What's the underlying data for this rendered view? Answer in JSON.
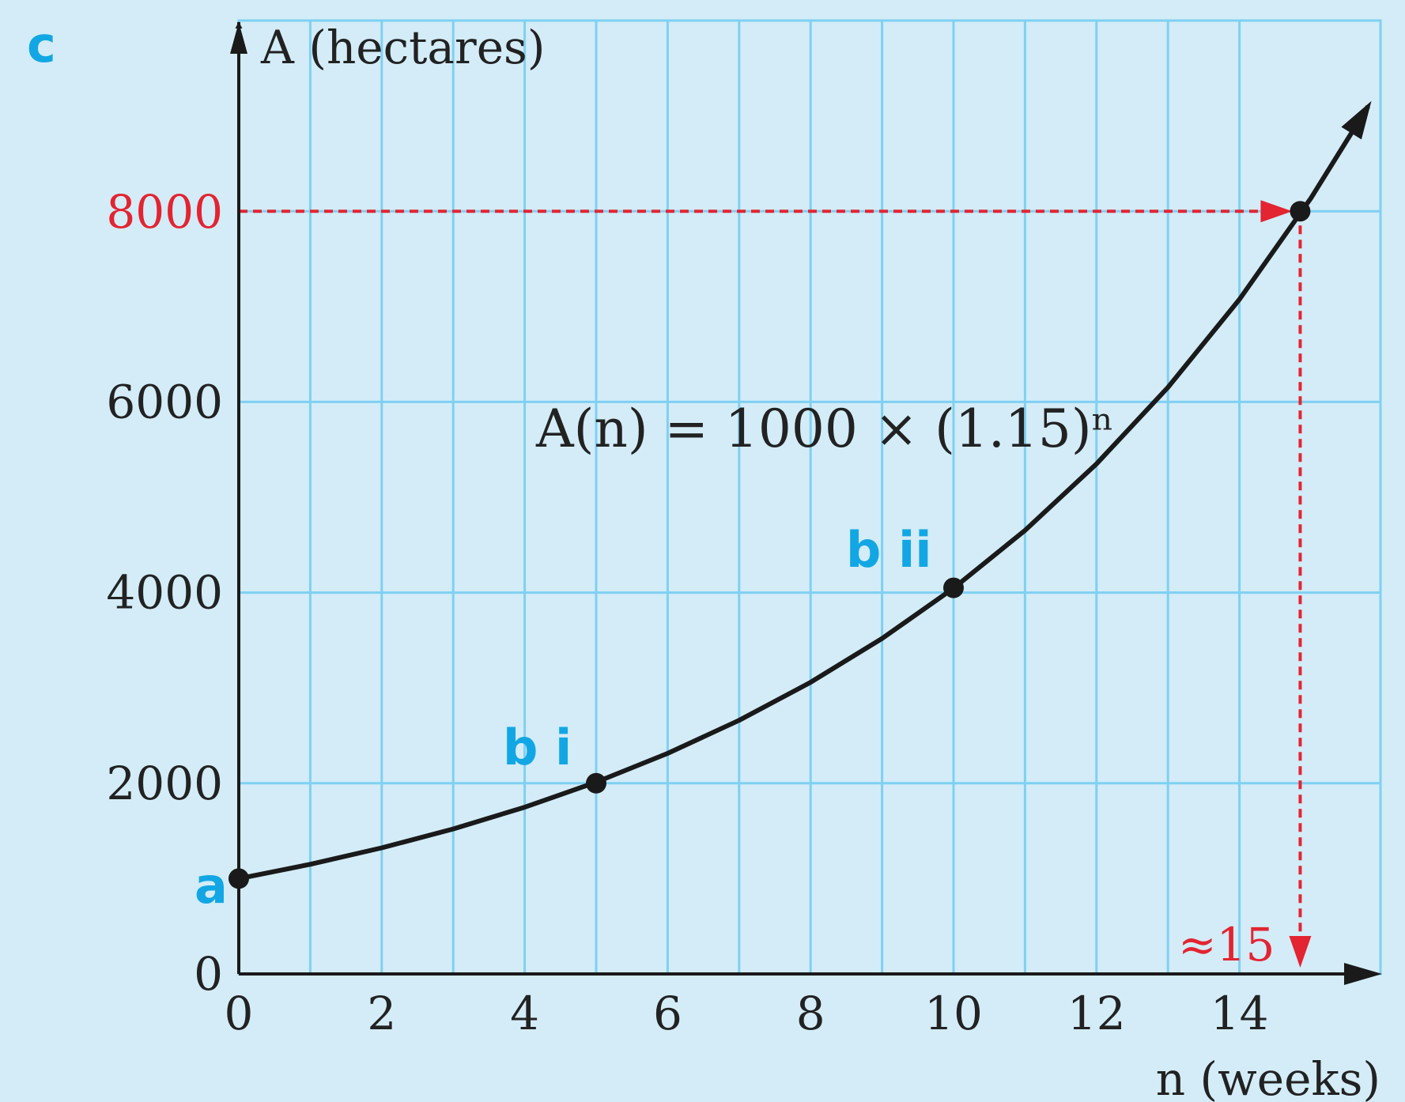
{
  "panel_label": "c",
  "chart_data": {
    "type": "line",
    "title": "",
    "xlabel": "n (weeks)",
    "ylabel": "A (hectares)",
    "xlim": [
      0,
      16
    ],
    "ylim": [
      0,
      10000
    ],
    "xticks": [
      0,
      2,
      4,
      6,
      8,
      10,
      12,
      14
    ],
    "yticks": [
      0,
      2000,
      4000,
      6000,
      8000
    ],
    "grid": true,
    "equation": "A(n) = 1000 × (1.15)ⁿ",
    "series": [
      {
        "x": [
          0,
          1,
          2,
          3,
          4,
          5,
          6,
          7,
          8,
          9,
          10,
          11,
          12,
          13,
          14,
          15,
          15.8
        ],
        "y": [
          1000,
          1150,
          1322.5,
          1520.9,
          1749,
          2011.4,
          2313.1,
          2660,
          3059,
          3517.9,
          4045.6,
          4652.4,
          5350.3,
          6152.8,
          7075.7,
          8137.1,
          9100
        ]
      }
    ],
    "points": [
      {
        "label": "a",
        "x": 0,
        "y": 1000
      },
      {
        "label": "b i",
        "x": 5,
        "y": 2000
      },
      {
        "label": "b ii",
        "x": 10,
        "y": 4050
      },
      {
        "label": "",
        "x": 14.85,
        "y": 8000
      }
    ],
    "annotation": {
      "y_value": 8000,
      "y_label": "8000",
      "x_value": 14.85,
      "x_label": "≈15",
      "color": "#e32431"
    },
    "colors": {
      "background": "#d3ecf8",
      "grid": "#7fd0f2",
      "curve": "#1a1a1a",
      "point_labels": "#12a7e4",
      "annotation": "#e32431"
    }
  }
}
